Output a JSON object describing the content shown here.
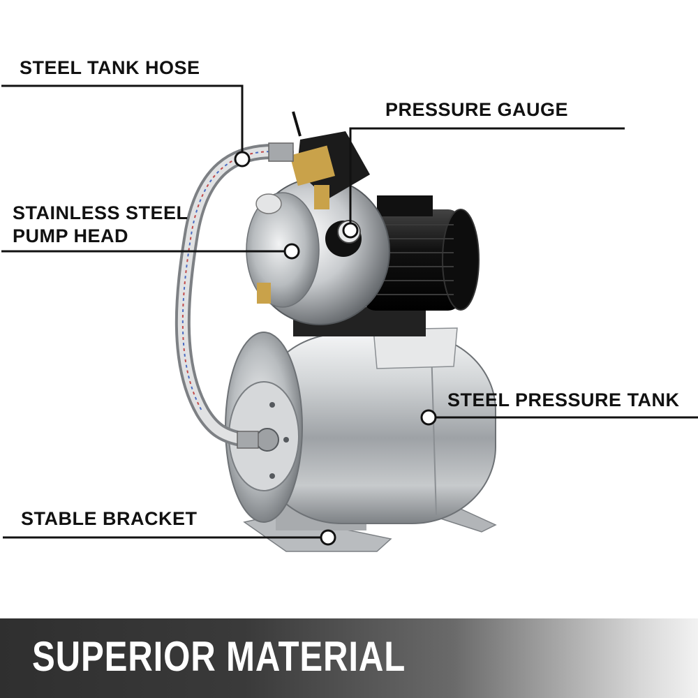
{
  "callouts": {
    "steel_tank_hose": "STEEL TANK HOSE",
    "pressure_gauge": "PRESSURE GAUGE",
    "pump_head_line1": "STAINLESS STEEL",
    "pump_head_line2": "PUMP HEAD",
    "steel_pressure_tank": "STEEL PRESSURE TANK",
    "stable_bracket": "STABLE BRACKET"
  },
  "banner": {
    "title": "SUPERIOR MATERIAL"
  },
  "colors": {
    "line": "#111111",
    "steel": "#c9ccce",
    "motor": "#1a1a1a",
    "brass": "#c9a24a"
  }
}
